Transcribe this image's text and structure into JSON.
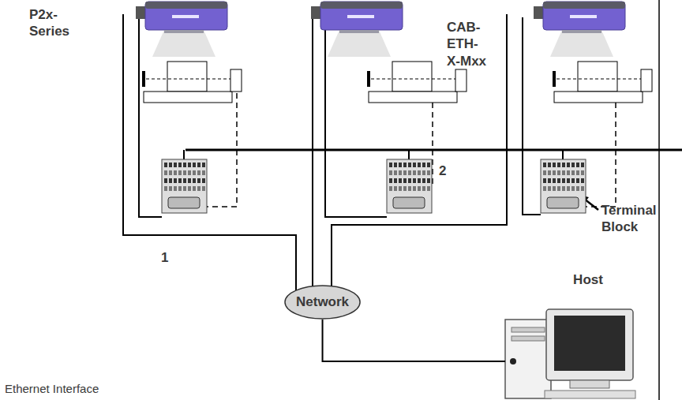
{
  "diagram": {
    "nodes": [
      {
        "text": [
          "Network"
        ]
      },
      {
        "text": [
          "Host"
        ]
      }
    ],
    "edges": [
      {
        "from": 0,
        "to": 1,
        "arrow": "none"
      }
    ],
    "labels": [
      "P2x-Series",
      "CAB-ETH-X-Mxx",
      "2",
      "Terminal Block",
      "1",
      "Ethernet Interface"
    ]
  }
}
